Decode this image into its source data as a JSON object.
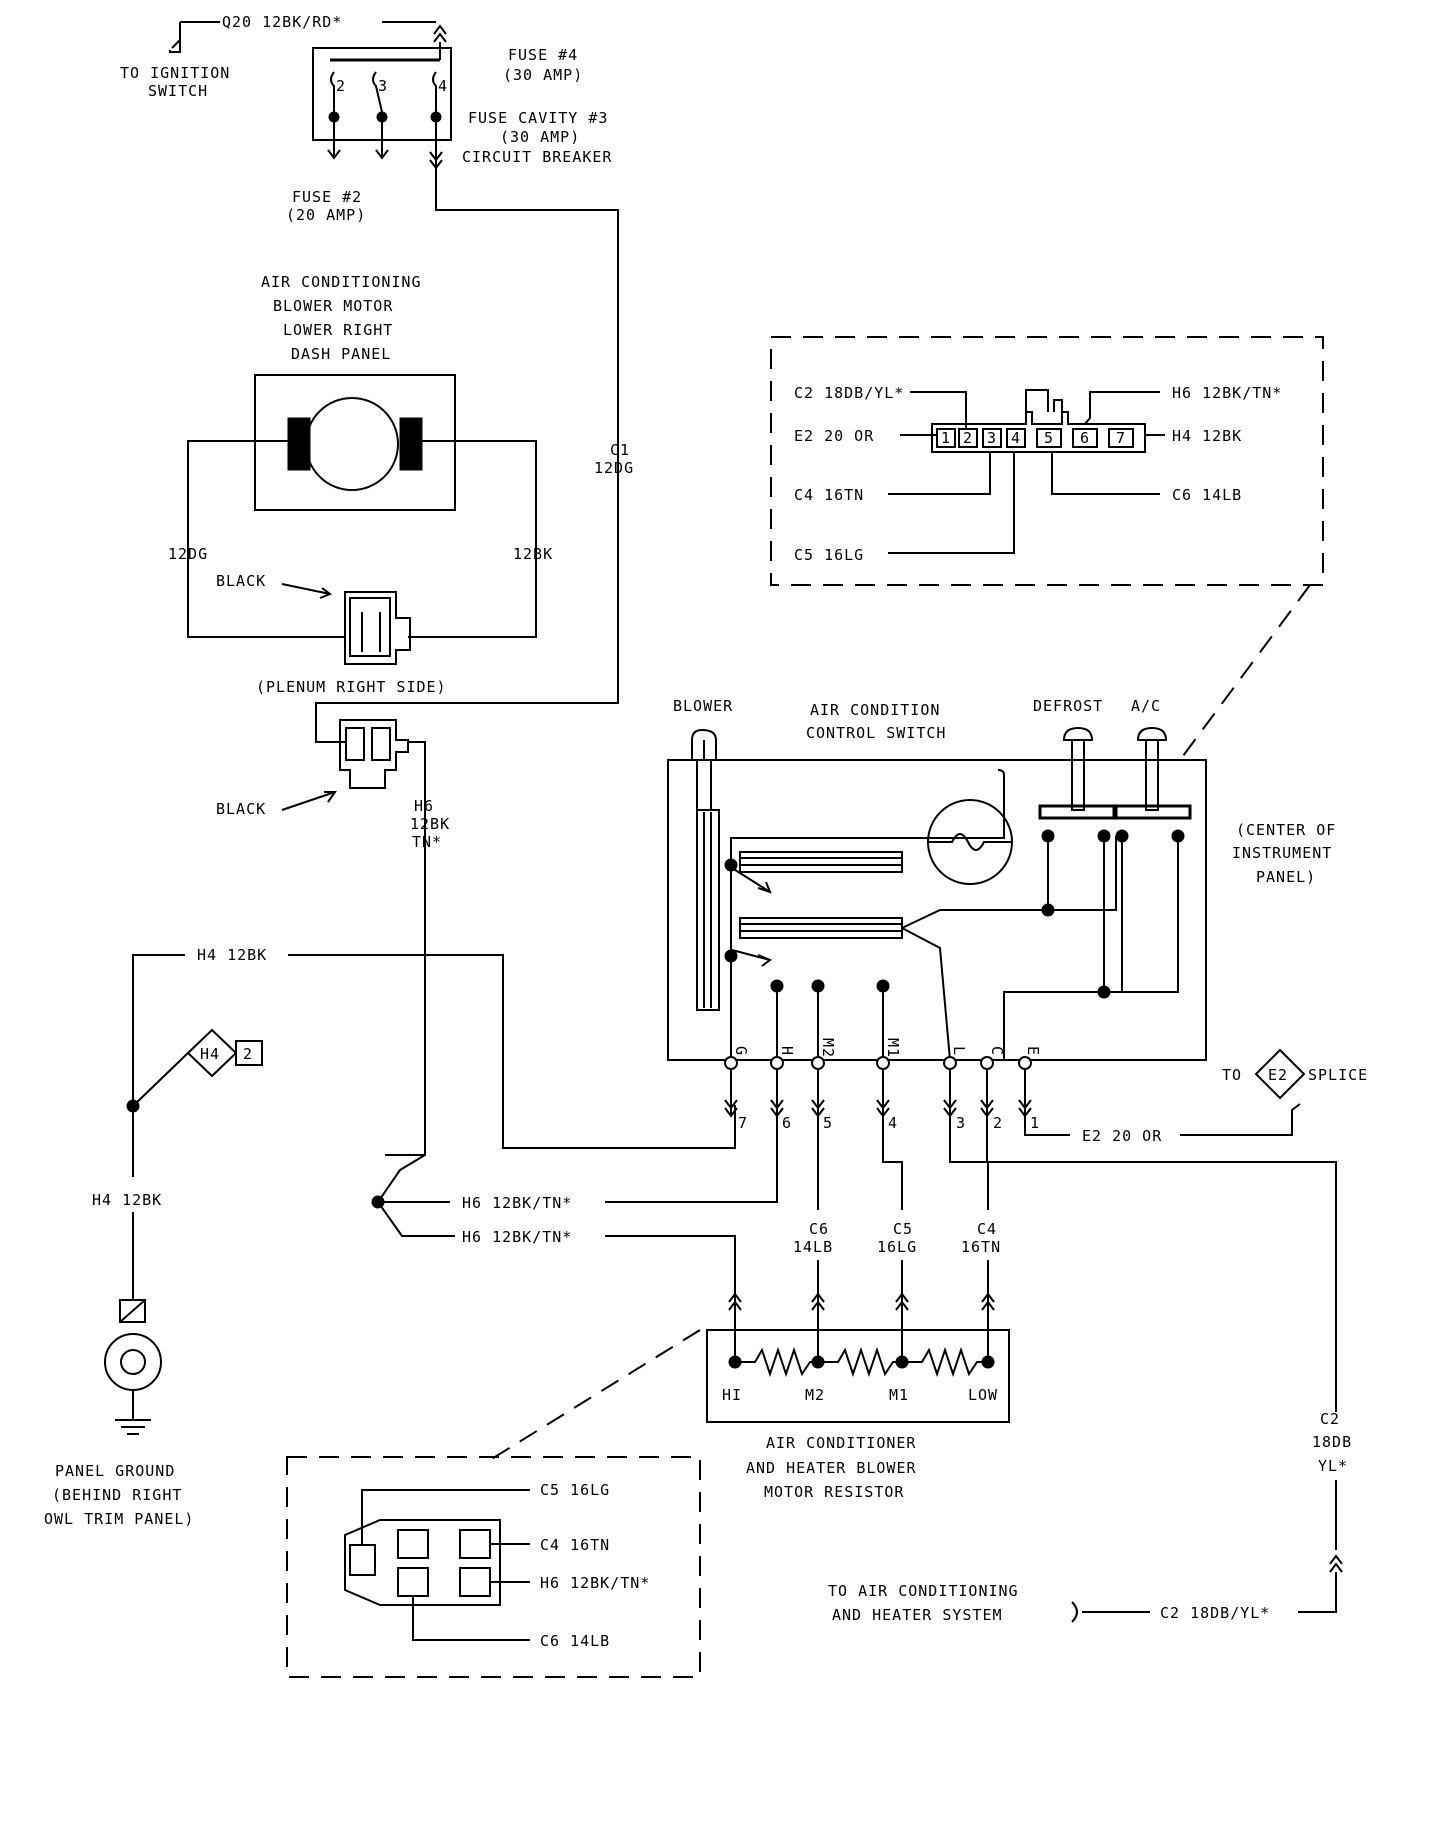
{
  "labels": {
    "q20": "Q20 12BK/RD*",
    "to_ignition_1": "TO IGNITION",
    "to_ignition_2": "SWITCH",
    "fuse4_1": "FUSE #4",
    "fuse4_2": "(30 AMP)",
    "fuse_cav_1": "FUSE CAVITY #3",
    "fuse_cav_2": "(30 AMP)",
    "fuse_cav_3": "CIRCUIT BREAKER",
    "fuse2_1": "FUSE #2",
    "fuse2_2": "(20 AMP)",
    "fuse_pin_2": "2",
    "fuse_pin_3": "3",
    "fuse_pin_4": "4",
    "motor_1": "AIR CONDITIONING",
    "motor_2": "BLOWER MOTOR",
    "motor_3": "LOWER RIGHT",
    "motor_4": "DASH PANEL",
    "c1_a": "C1",
    "c1_b": "12DG",
    "m_12dg": "12DG",
    "m_12bk": "12BK",
    "black_1": "BLACK",
    "plenum": "(PLENUM RIGHT SIDE)",
    "black_2": "BLACK",
    "h6_a": "H6",
    "h6_b": "12BK",
    "h6_c": "TN*",
    "h4_top": "H4 12BK",
    "h4_badge": "H4",
    "h4_badge_num": "2",
    "h4_mid": "H4 12BK",
    "ground_1": "PANEL GROUND",
    "ground_2": "(BEHIND RIGHT",
    "ground_3": "OWL TRIM PANEL)",
    "conn_c2": "C2 18DB/YL*",
    "conn_e2": "E2 20 OR",
    "conn_c4": "C4 16TN",
    "conn_c5": "C5 16LG",
    "conn_h6": "H6 12BK/TN*",
    "conn_h4": "H4 12BK",
    "conn_c6": "C6 14LB",
    "blower": "BLOWER",
    "sw_1": "AIR CONDITION",
    "sw_2": "CONTROL SWITCH",
    "defrost": "DEFROST",
    "ac": "A/C",
    "center_1": "(CENTER OF",
    "center_2": "INSTRUMENT",
    "center_3": "PANEL)",
    "h6_r1": "H6 12BK/TN*",
    "h6_r2": "H6 12BK/TN*",
    "c6_a": "C6",
    "c6_b": "14LB",
    "c5_a": "C5",
    "c5_b": "16LG",
    "c4_a": "C4",
    "c4_b": "16TN",
    "to_txt": "TO",
    "e2_badge": "E2",
    "splice_txt": "SPLICE",
    "e2_20or": "E2 20 OR",
    "r_hi": "HI",
    "r_m2": "M2",
    "r_m1": "M1",
    "r_low": "LOW",
    "res_1": "AIR CONDITIONER",
    "res_2": "AND HEATER BLOWER",
    "res_3": "MOTOR RESISTOR",
    "c2_a": "C2",
    "c2_b": "18DB",
    "c2_c": "YL*",
    "to_ac_1": "TO AIR CONDITIONING",
    "to_ac_2": "AND HEATER SYSTEM",
    "c2_bottom": "C2 18DB/YL*",
    "b_c5": "C5 16LG",
    "b_c4": "C4 16TN",
    "b_h6": "H6 12BK/TN*",
    "b_c6": "C6 14LB",
    "sw_letter_g": "G",
    "sw_letter_h": "H",
    "sw_letter_m2": "M2",
    "sw_letter_m1": "M1",
    "sw_letter_l": "L",
    "sw_letter_c": "C",
    "sw_letter_e": "E"
  },
  "pin_numbers": [
    "1",
    "2",
    "3",
    "4",
    "5",
    "6",
    "7"
  ],
  "switch_pins": [
    "7",
    "6",
    "5",
    "4",
    "3",
    "2",
    "1"
  ]
}
